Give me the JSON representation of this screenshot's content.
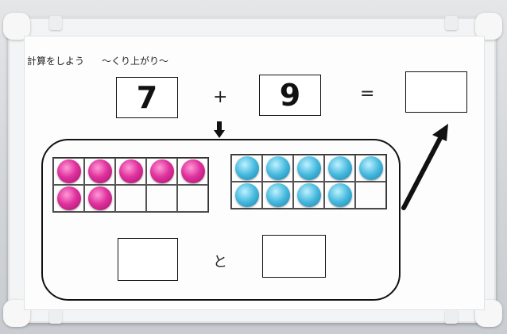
{
  "title": {
    "main": "計算をしよう",
    "subtitle": "〜くり上がり〜"
  },
  "equation": {
    "left_value": "7",
    "plus_sign": "+",
    "right_value": "9",
    "equals_sign": "=",
    "result_value": ""
  },
  "lower": {
    "left_answer": "",
    "connector": "と",
    "right_answer": ""
  },
  "ten_frames": [
    {
      "color": "pink",
      "filled": 7,
      "capacity": 10
    },
    {
      "color": "blue",
      "filled": 9,
      "capacity": 10
    }
  ],
  "colors": {
    "pink_bead": "#e0329e",
    "blue_bead": "#45b9de",
    "ink": "#111111",
    "board": "#fdfdfd",
    "frame": "#f3f4f5"
  },
  "icons": [
    "down-arrow-icon",
    "diagonal-arrow-icon"
  ]
}
